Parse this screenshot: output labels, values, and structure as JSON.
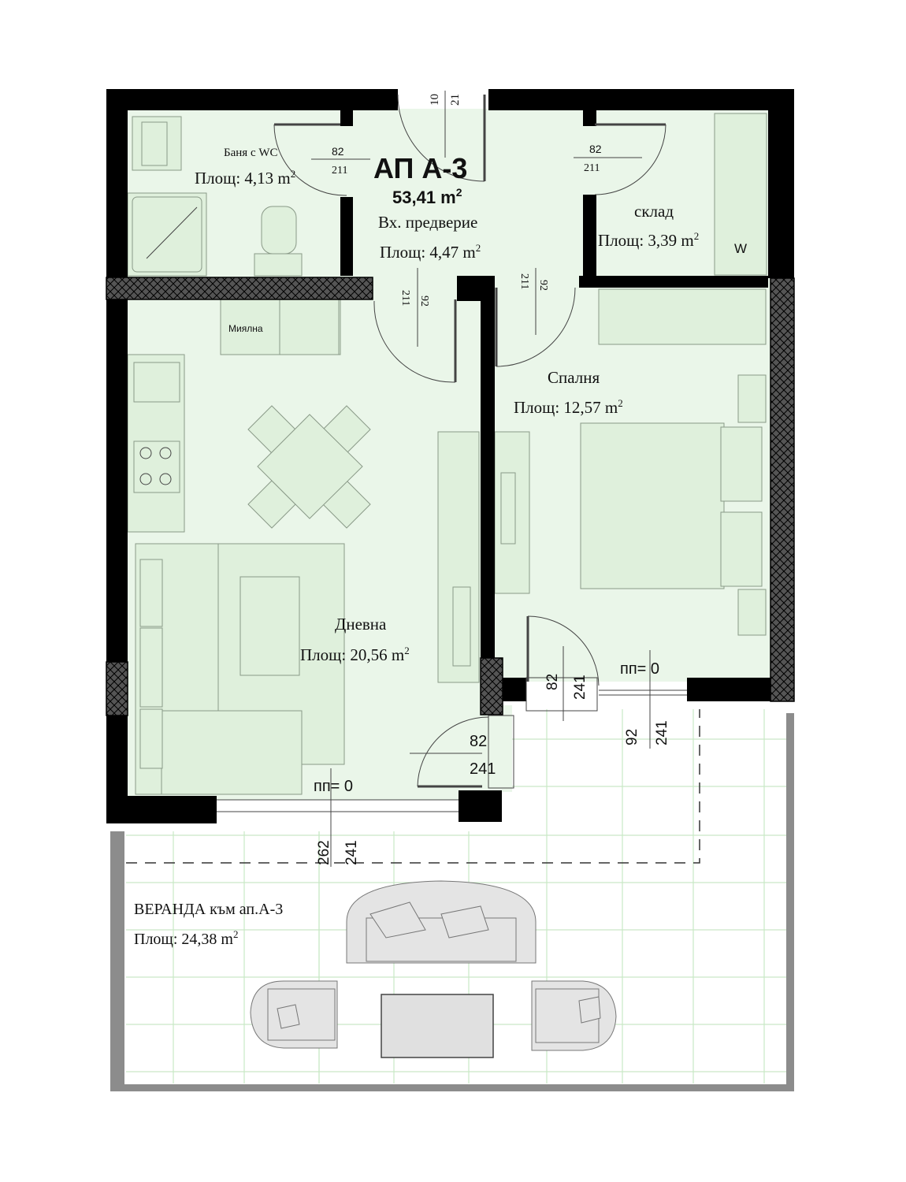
{
  "apartment": {
    "title": "АП А-3",
    "area": "53,41 m",
    "area_sup": "2"
  },
  "rooms": [
    {
      "name": "Баня с WC",
      "area": "Площ: 4,13 m",
      "sup": "2"
    },
    {
      "name": "Вх. предверие",
      "area": "Площ: 4,47 m",
      "sup": "2"
    },
    {
      "name": "склад",
      "area": "Площ: 3,39 m",
      "sup": "2"
    },
    {
      "name": "Спалня",
      "area": "Площ: 12,57 m",
      "sup": "2"
    },
    {
      "name": "Дневна",
      "area": "Площ: 20,56 m",
      "sup": "2"
    },
    {
      "name": "ВЕРАНДА към ап.А-3",
      "area": "Площ: 24,38 m",
      "sup": "2"
    }
  ],
  "labels": {
    "sink": "Миялна",
    "wardrobe": "W",
    "floor_level": "пп= 0"
  },
  "doors": {
    "entry": [
      "10",
      "21"
    ],
    "bath": [
      "82",
      "211"
    ],
    "storage": [
      "82",
      "211"
    ],
    "living": [
      "92",
      "211"
    ],
    "bedroom": [
      "92",
      "211"
    ],
    "bedroom_balcony": [
      "82",
      "241"
    ],
    "living_balcony": [
      "82",
      "241"
    ],
    "bedroom_window": [
      "92",
      "241"
    ],
    "living_window": [
      "262",
      "241"
    ]
  },
  "colors": {
    "floor": "#eaf6e9",
    "wall": "#000000",
    "veranda_border": "#8c8c8c",
    "grid": "#c9e8c6"
  }
}
